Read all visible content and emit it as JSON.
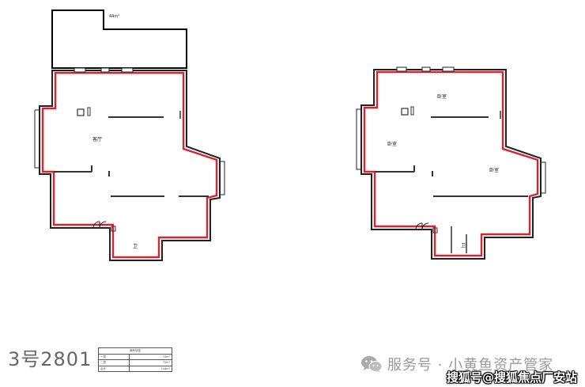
{
  "plan_left": {
    "terrace_area": "44m²",
    "living_room_label": "客厅",
    "bathroom_label": "卫"
  },
  "plan_right": {
    "bedroom_top_label": "卧室",
    "bedroom_left_label": "卧室",
    "bedroom_right_label": "卧室",
    "bathroom_label": "卫"
  },
  "unit_label": "3号2801",
  "area_table": {
    "header": "面积信息",
    "rows": [
      {
        "name": "一层",
        "value": "72m²"
      },
      {
        "name": "二层",
        "value": "72m²"
      },
      {
        "name": "合计",
        "value": "144m²"
      }
    ]
  },
  "watermark": {
    "icon": "wechat-icon",
    "text": "服务号 · 小黄鱼资产管家"
  },
  "caption": "搜狐号@搜狐焦点厂安站"
}
